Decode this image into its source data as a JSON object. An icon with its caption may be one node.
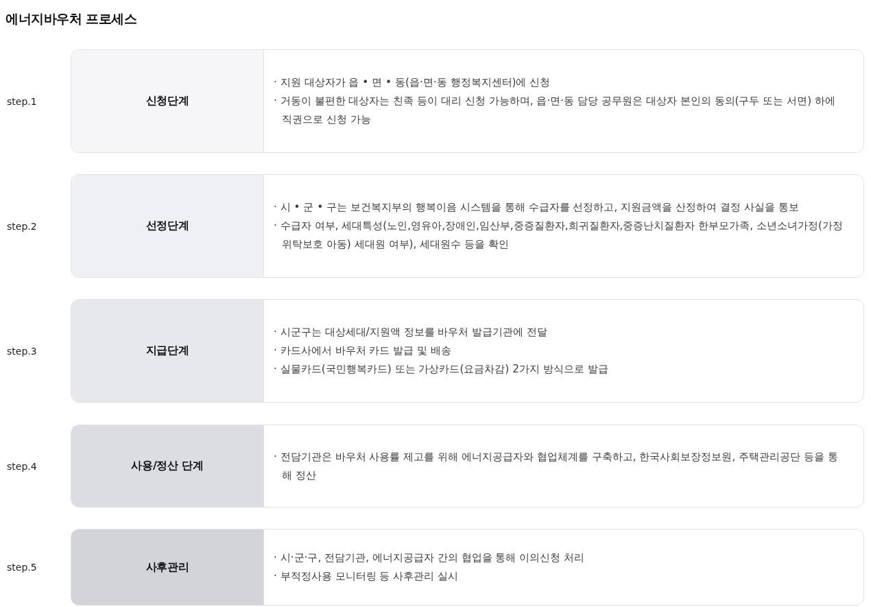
{
  "diagram": {
    "title": "에너지바우처 프로세스",
    "nodes": [
      {
        "text": [
          "신청단계",
          "· 지원 대상자가 읍 • 면 • 동(읍·면·동 행정복지센터)에 신청",
          "· 거동이 불편한 대상자는 친족 등이 대리 신청 가능하며, 읍·면·동 담당 공무원은 대상자 본인의 동의(구두 또는 서면) 하에 직권으로 신청 가능"
        ],
        "beside": [
          "step.1"
        ]
      },
      {
        "text": [
          "선정단계",
          "· 시 • 군 • 구는 보건복지부의 행복이음 시스템을 통해 수급자를 선정하고, 지원금액을 산정하여 결정 사실을 통보",
          "· 수급자 여부, 세대특성(노인,영유아,장애인,임산부,중증질환자,희귀질환자,중증난치질환자 한부모가족, 소년소녀가정(가정위탁보호 아동) 세대원 여부), 세대원수 등을 확인"
        ],
        "beside": [
          "step.2"
        ]
      },
      {
        "text": [
          "지급단계",
          "· 시군구는 대상세대/지원액 정보를 바우처 발급기관에 전달",
          "· 카드사에서 바우처 카드 발급 및 배송",
          "· 실물카드(국민행복카드) 또는 가상카드(요금차감) 2가지 방식으로 발급"
        ],
        "beside": [
          "step.3"
        ]
      },
      {
        "text": [
          "사용/정산 단계",
          "· 전담기관은 바우처 사용률 제고를 위해 에너지공급자와 협업체계를 구축하고, 한국사회보장정보원, 주택관리공단 등을 통해 정산"
        ],
        "beside": [
          "step.4"
        ]
      },
      {
        "text": [
          "사후관리",
          "· 시·군·구, 전담기관, 에너지공급자 간의 협업을 통해 이의신청 처리",
          "· 부적정사용 모니터링 등 사후관리 실시"
        ],
        "beside": [
          "step.5"
        ]
      }
    ]
  }
}
